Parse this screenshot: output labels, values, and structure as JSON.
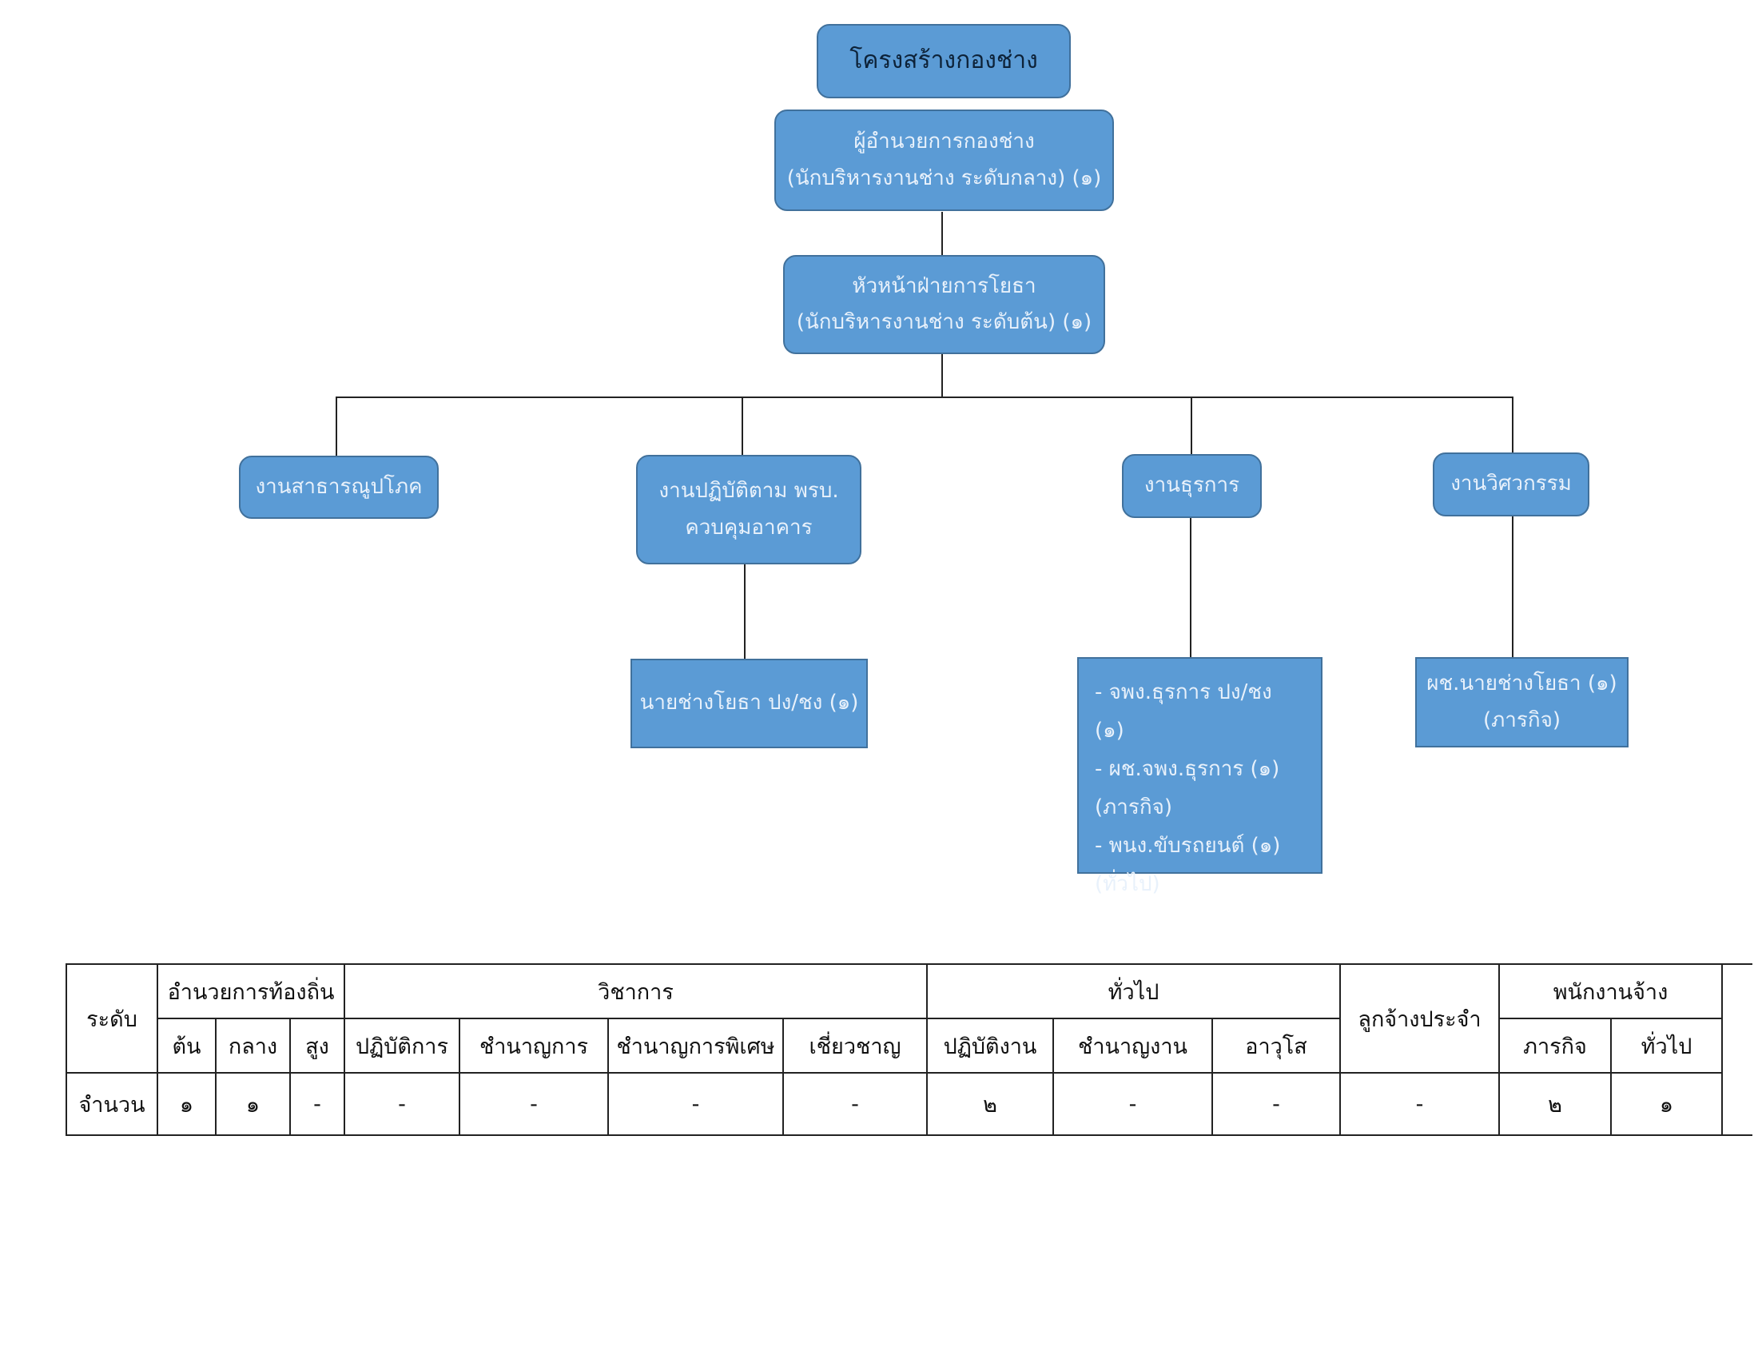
{
  "org": {
    "title": "โครงสร้างกองช่าง",
    "director": {
      "line1": "ผู้อำนวยการกองช่าง",
      "line2": "(นักบริหารงานช่าง ระดับกลาง) (๑)"
    },
    "head": {
      "line1": "หัวหน้าฝ่ายการโยธา",
      "line2": "(นักบริหารงานช่าง ระดับต้น) (๑)"
    },
    "units": [
      {
        "line1": "งานสาธารณูปโภค"
      },
      {
        "line1": "งานปฏิบัติตาม พรบ.",
        "line2": "ควบคุมอาคาร"
      },
      {
        "line1": "งานธุรการ"
      },
      {
        "line1": "งานวิศวกรรม"
      }
    ],
    "staff": {
      "unit2": {
        "line1": "นายช่างโยธา ปง/ชง (๑)"
      },
      "unit3": {
        "lines": [
          "- จพง.ธุรการ ปง/ชง (๑)",
          "- ผช.จพง.ธุรการ (๑)",
          "(ภารกิจ)",
          "- พนง.ขับรถยนต์ (๑)",
          "(ทั่วไป)"
        ]
      },
      "unit4": {
        "line1": "ผช.นายช่างโยธา (๑)",
        "line2": "(ภารกิจ)"
      }
    }
  },
  "table": {
    "level_label": "ระดับ",
    "groups": {
      "local_admin": "อำนวยการท้องถิ่น",
      "academic": "วิชาการ",
      "general": "ทั่วไป",
      "permanent": "ลูกจ้างประจำ",
      "contract": "พนักงานจ้าง"
    },
    "sub": {
      "local_admin": [
        "ต้น",
        "กลาง",
        "สูง"
      ],
      "academic": [
        "ปฏิบัติการ",
        "ชำนาญการ",
        "ชำนาญการพิเศษ",
        "เชี่ยวชาญ"
      ],
      "general": [
        "ปฏิบัติงาน",
        "ชำนาญงาน",
        "อาวุโส"
      ],
      "contract": [
        "ภารกิจ",
        "ทั่วไป"
      ]
    },
    "count_label": "จำนวน",
    "counts": [
      "๑",
      "๑",
      "-",
      "-",
      "-",
      "-",
      "-",
      "๒",
      "-",
      "-",
      "-",
      "๒",
      "๑"
    ]
  }
}
